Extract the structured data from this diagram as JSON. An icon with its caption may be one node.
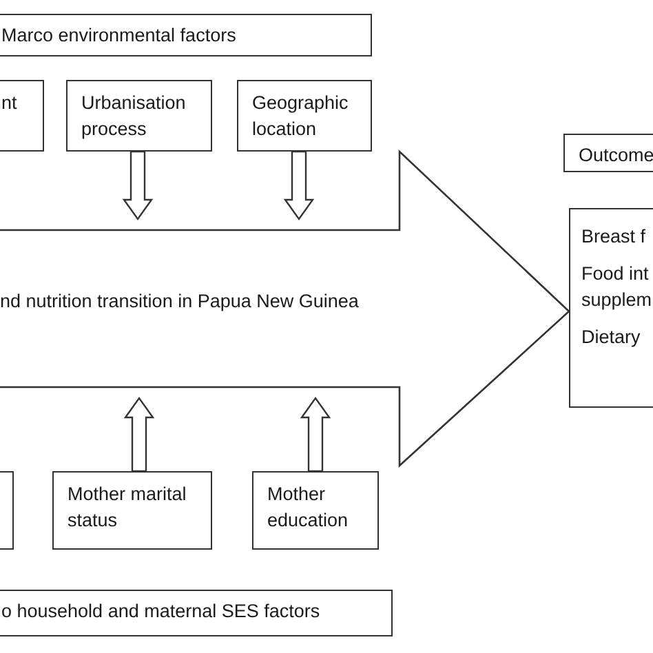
{
  "diagram": {
    "nodes": [
      {
        "text": [
          "Marco environmental factors"
        ]
      },
      {
        "text": [
          "nt"
        ]
      },
      {
        "text": [
          "Urbanisation process"
        ]
      },
      {
        "text": [
          "Geographic location"
        ]
      },
      {
        "text": [
          "nd nutrition transition in Papua New Guinea"
        ]
      },
      {
        "text": [
          "Outcome"
        ]
      },
      {
        "text": [
          "Breast f",
          "Food int supplem",
          "Dietary"
        ]
      },
      {
        "text": [],
        "shape": "box"
      },
      {
        "text": [
          "Mother marital status"
        ]
      },
      {
        "text": [
          "Mother education"
        ]
      },
      {
        "text": [
          "o household and maternal SES factors"
        ]
      }
    ],
    "edges": [
      {
        "from": 2,
        "to": 4,
        "arrow": "to"
      },
      {
        "from": 3,
        "to": 4,
        "arrow": "to"
      },
      {
        "from": 8,
        "to": 4,
        "arrow": "to"
      },
      {
        "from": 9,
        "to": 4,
        "arrow": "to"
      }
    ]
  }
}
